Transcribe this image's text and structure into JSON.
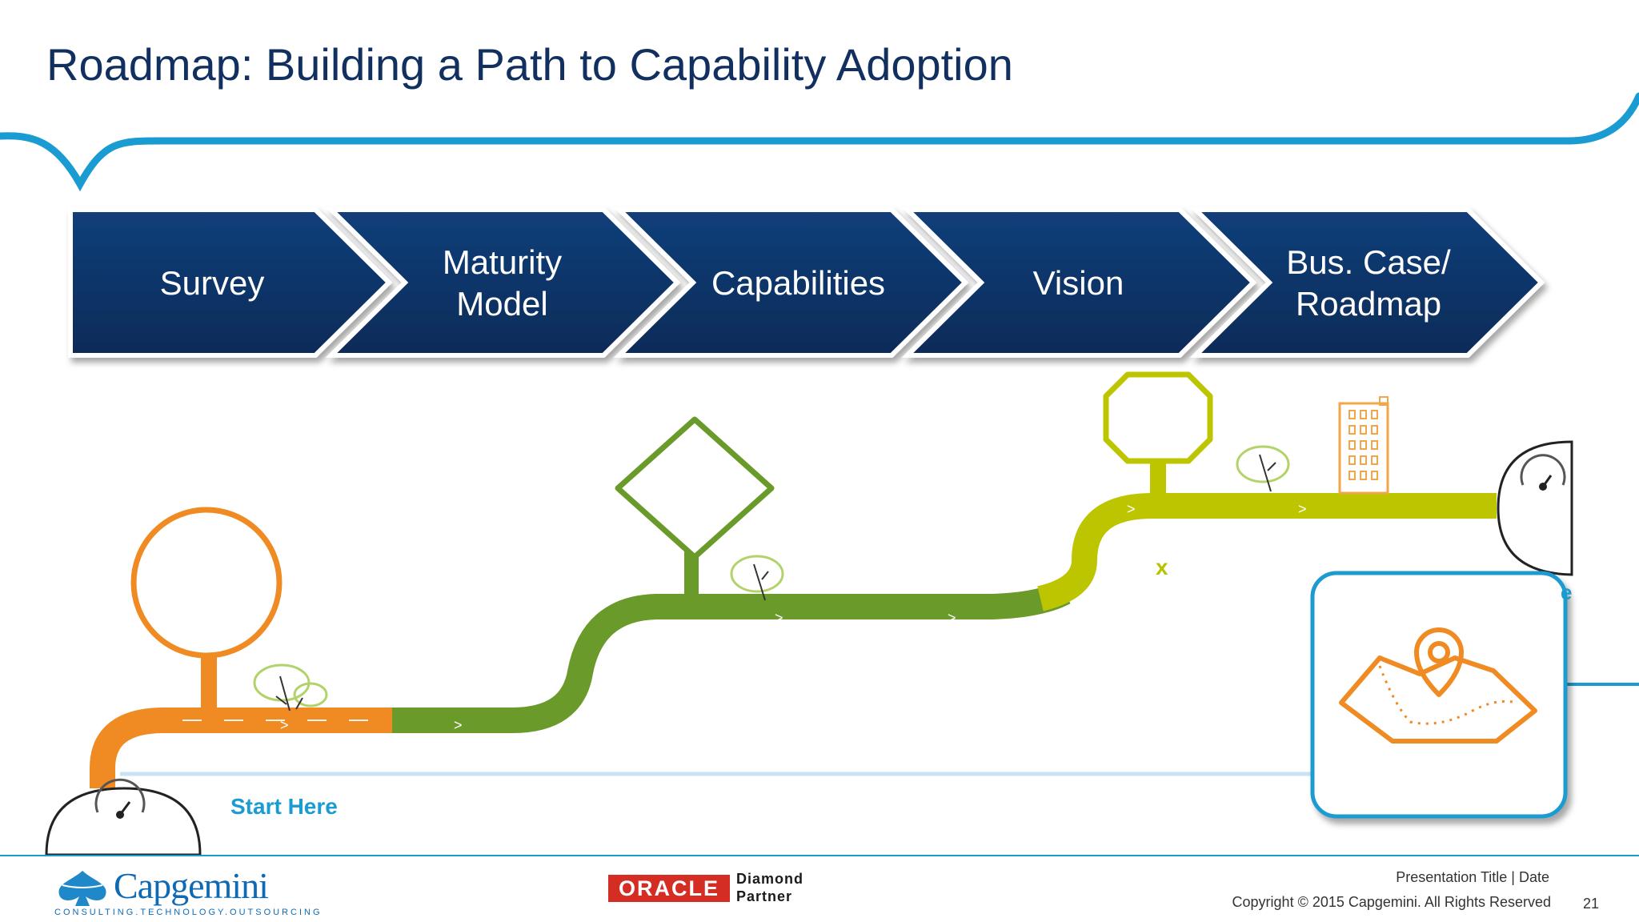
{
  "slide": {
    "title": "Roadmap:  Building a Path to Capability Adoption"
  },
  "steps": [
    {
      "label": "Survey"
    },
    {
      "label": "Maturity Model"
    },
    {
      "label": "Capabilities"
    },
    {
      "label": "Vision"
    },
    {
      "label": "Bus. Case/ Roadmap"
    }
  ],
  "roadmap": {
    "start_label": "Start Here",
    "marker_x": "x",
    "marker_e": "e"
  },
  "colors": {
    "navy": "#0f3b73",
    "accent_blue": "#1a9bd1",
    "orange": "#ef8b22",
    "green": "#6a9a2a",
    "lime": "#bcc500"
  },
  "icons": [
    "speedometer-icon",
    "map-pin-icon",
    "tree-icon",
    "building-icon"
  ],
  "footer": {
    "logo_text": "Capgemini",
    "logo_tagline": "CONSULTING.TECHNOLOGY.OUTSOURCING",
    "partner_brand": "ORACLE",
    "partner_tier": "Diamond",
    "partner_word": "Partner",
    "presentation_title": "Presentation Title | Date",
    "copyright": "Copyright © 2015 Capgemini. All Rights Reserved",
    "page_number": "21"
  }
}
